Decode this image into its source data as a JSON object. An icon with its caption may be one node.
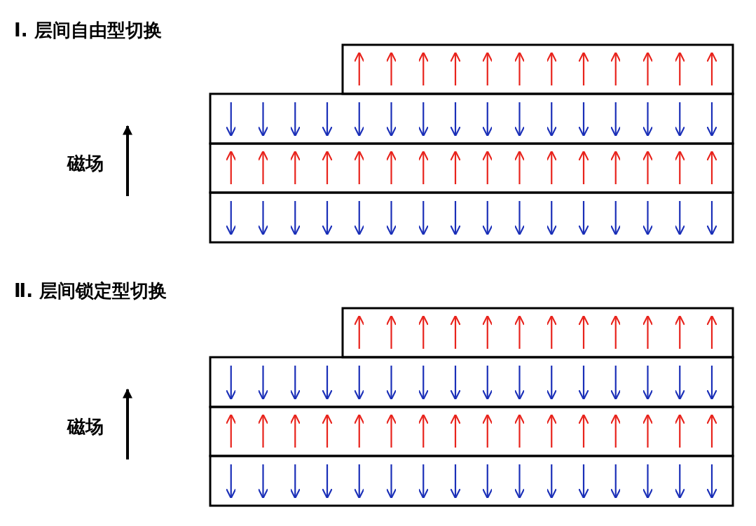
{
  "diagram": {
    "labels": [
      "Ⅰ. 层间自由型切换",
      "磁场",
      "Ⅱ. 层间锁定型切换",
      "磁场"
    ]
  }
}
